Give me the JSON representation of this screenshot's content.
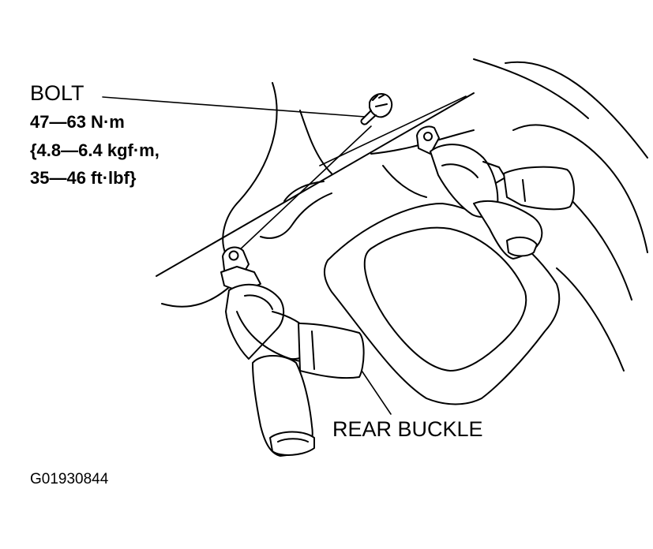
{
  "labels": {
    "bolt": "BOLT",
    "torque_nm": "47—63 N·m",
    "torque_kgf": "{4.8—6.4 kgf·m,",
    "torque_ftlbf": "35—46 ft·lbf}",
    "rear_buckle": "REAR BUCKLE",
    "figure_id": "G01930844"
  }
}
